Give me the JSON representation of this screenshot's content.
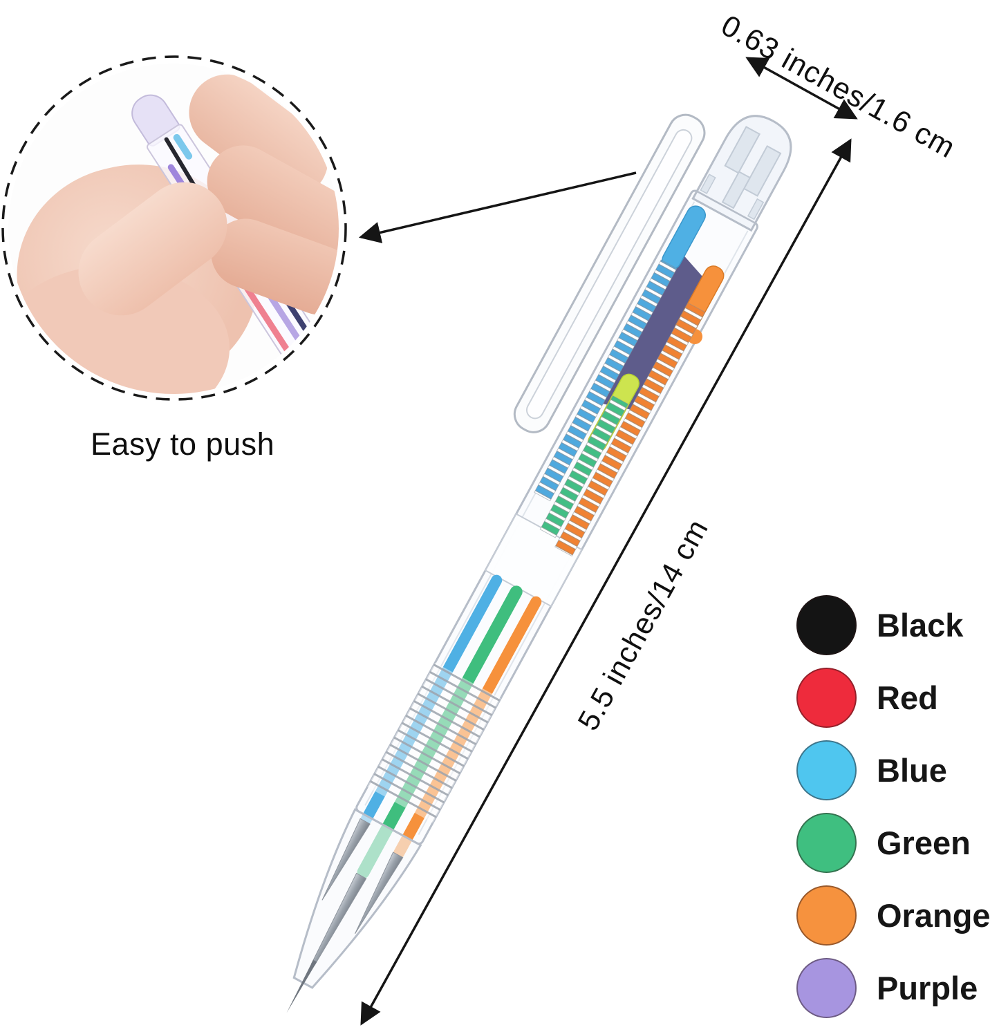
{
  "inset": {
    "caption": "Easy to push"
  },
  "dimensions": {
    "width_label": "0.63 inches/1.6 cm",
    "length_label": "5.5 inches/14 cm"
  },
  "legend": {
    "items": [
      {
        "label": "Black",
        "color": "#141414"
      },
      {
        "label": "Red",
        "color": "#ee2b3c"
      },
      {
        "label": "Blue",
        "color": "#4fc6ef"
      },
      {
        "label": "Green",
        "color": "#3fbf80"
      },
      {
        "label": "Orange",
        "color": "#f6923e"
      },
      {
        "label": "Purple",
        "color": "#a795e0"
      }
    ]
  },
  "pen": {
    "colors": {
      "blue": "#4fb0e4",
      "green": "#3fbe7e",
      "lime": "#cde44f",
      "orange": "#f6913c",
      "navy": "#4c4a7e",
      "annotation": "#151515"
    }
  }
}
